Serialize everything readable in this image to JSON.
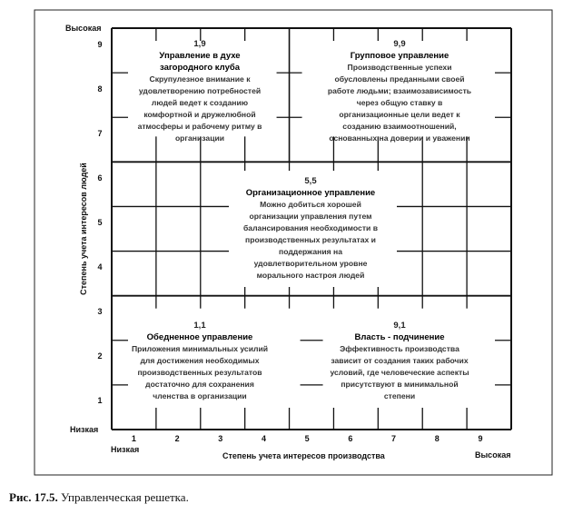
{
  "y_axis": {
    "label": "Степень учета интересов людей",
    "high": "Высокая",
    "low": "Низкая",
    "ticks": [
      "1",
      "2",
      "3",
      "4",
      "5",
      "6",
      "7",
      "8",
      "9"
    ]
  },
  "x_axis": {
    "label": "Степень учета интересов производства",
    "high": "Высокая",
    "low": "Низкая",
    "ticks": [
      "1",
      "2",
      "3",
      "4",
      "5",
      "6",
      "7",
      "8",
      "9"
    ]
  },
  "styles": [
    {
      "code": "1,9",
      "title_lines": [
        "Управление в духе",
        "загородного клуба"
      ],
      "desc_lines": [
        "Скрупулезное внимание к",
        "удовлетворению потребностей",
        "людей ведет к созданию",
        "комфортной и дружелюбной",
        "атмосферы и рабочему ритму в",
        "организации"
      ]
    },
    {
      "code": "9,9",
      "title_lines": [
        "Групповое управление"
      ],
      "desc_lines": [
        "Производственные успехи",
        "обусловлены преданными своей",
        "работе людьми; взаимозависимость",
        "через общую ставку в",
        "организационные цели ведет к",
        "созданию взаимоотношений,",
        "основанных на доверии и уважении"
      ]
    },
    {
      "code": "5,5",
      "title_lines": [
        "Организационное управление"
      ],
      "desc_lines": [
        "Можно добиться хорошей",
        "организации управления путем",
        "балансирования необходимости в",
        "производственных результатах и",
        "поддержания на",
        "удовлетворительном уровне",
        "морального настроя людей"
      ]
    },
    {
      "code": "1,1",
      "title_lines": [
        "Обедненное управление"
      ],
      "desc_lines": [
        "Приложения минимальных усилий",
        "для достижения необходимых",
        "производственных результатов",
        "достаточно для сохранения",
        "членства в организации"
      ]
    },
    {
      "code": "9,1",
      "title_lines": [
        "Власть - подчинение"
      ],
      "desc_lines": [
        "Эффективность производства",
        "зависит от создания таких рабочих",
        "условий, где человеческие аспекты",
        "присутствуют в минимальной",
        "степени"
      ]
    }
  ],
  "caption": {
    "label": "Рис. 17.5.",
    "text": " Управленческая решетка."
  }
}
